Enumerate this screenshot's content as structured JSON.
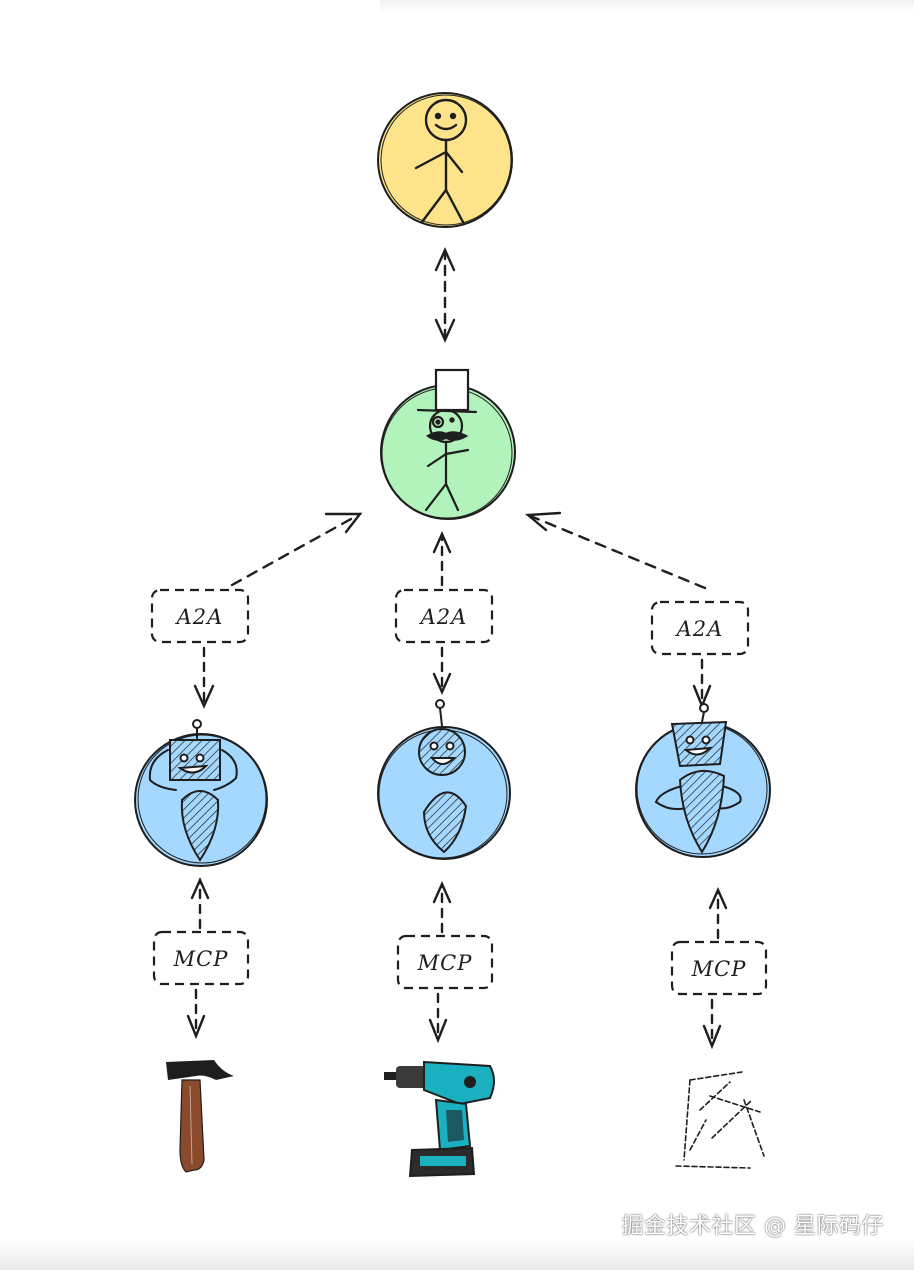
{
  "labels": {
    "a2a_left": "A2A",
    "a2a_center": "A2A",
    "a2a_right": "A2A",
    "mcp_left": "MCP",
    "mcp_center": "MCP",
    "mcp_right": "MCP"
  },
  "watermark": "掘金技术社区 @ 星际码仔",
  "colors": {
    "user_circle": "#fde38a",
    "orchestrator_circle": "#b2f2bb",
    "agent_circle": "#a5d8ff",
    "stroke": "#1e1e1e",
    "drill_teal": "#1ab0c0",
    "hammer_handle": "#8b4a2b"
  },
  "icons": [
    "stick-figure-user-icon",
    "top-hat-orchestrator-icon",
    "robot-agent-icon",
    "hammer-icon",
    "drill-icon",
    "nails-icon"
  ]
}
